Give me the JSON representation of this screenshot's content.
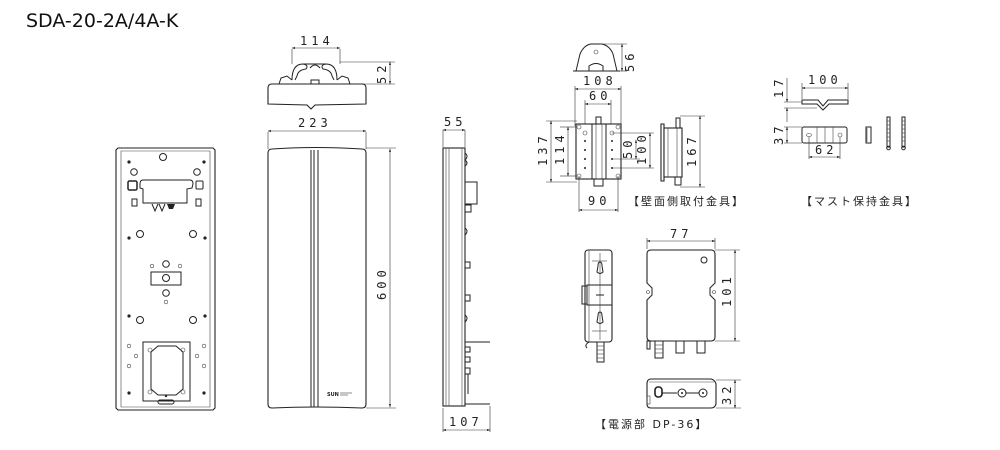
{
  "title": "SDA-20-2A/4A-K",
  "views": {
    "top_view": {
      "width_dim": "114",
      "height_dim": "52"
    },
    "front_view": {
      "width_dim": "223",
      "height_dim": "600",
      "logo": "SUN"
    },
    "side_view": {
      "top_dim": "55",
      "bottom_dim": "107"
    },
    "wall_bracket": {
      "caption": "【壁面側取付金具】",
      "dims": {
        "top_height": "56",
        "outer_width": "108",
        "inner_width": "60",
        "left_outer": "137",
        "left_inner": "114",
        "mid_small": "50",
        "mid_large": "100",
        "bottom_width": "90",
        "side_height": "167"
      }
    },
    "mast_bracket": {
      "caption": "【マスト保持金具】",
      "dims": {
        "top_width": "100",
        "top_height": "17",
        "bottom_height": "37",
        "hole_spacing": "62"
      }
    },
    "power_unit": {
      "caption": "【電源部 DP-36】",
      "dims": {
        "width": "77",
        "height": "101",
        "depth": "32"
      }
    }
  }
}
